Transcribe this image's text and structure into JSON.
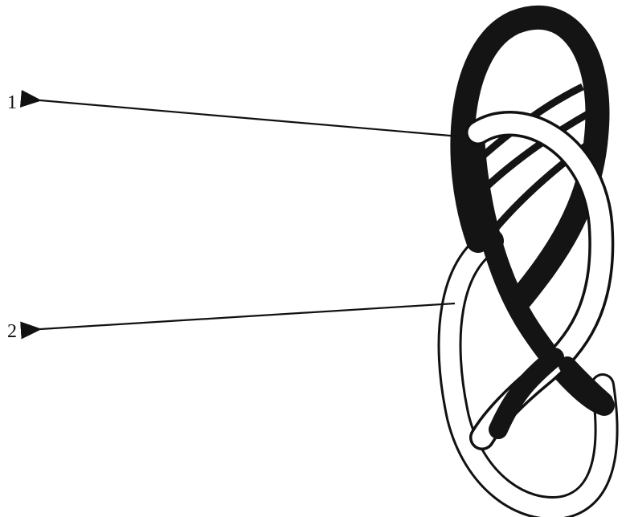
{
  "labels": {
    "label_1": "1",
    "label_2": "2"
  },
  "colors": {
    "ink": "#111111",
    "band_dark": "#141414",
    "band_light": "#ffffff",
    "background": "#ffffff"
  },
  "knot": {
    "description_type": "figure-eight knotted band",
    "band_1_fill": "dark",
    "band_2_fill": "light"
  }
}
